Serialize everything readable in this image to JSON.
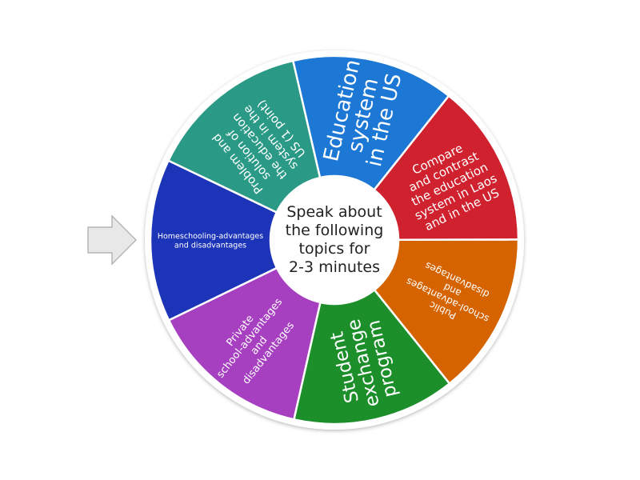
{
  "wheel": {
    "center_label": [
      "Speak about",
      "the following",
      "topics for",
      "2-3 minutes"
    ],
    "segments": [
      {
        "id": "education-system-us",
        "lines": [
          "Education",
          "system",
          "in the US"
        ],
        "color": "#1a78d4"
      },
      {
        "id": "compare-laos-us",
        "lines": [
          "Compare",
          "and contrast",
          "the education",
          "system in Laos",
          "and in the US"
        ],
        "color": "#d0202e"
      },
      {
        "id": "public-school",
        "lines": [
          "Public",
          "school-advantages",
          "and",
          "disadvantages"
        ],
        "color": "#d46300"
      },
      {
        "id": "student-exchange",
        "lines": [
          "Student",
          "exchange",
          "program"
        ],
        "color": "#1c8f2c"
      },
      {
        "id": "private-school",
        "lines": [
          "Private",
          "school-advantages",
          "and",
          "disadvantages"
        ],
        "color": "#a63fc1"
      },
      {
        "id": "homeschooling",
        "lines": [
          "Homeschooling-advantages",
          "and disadvantages"
        ],
        "color": "#1f34b8"
      },
      {
        "id": "problem-solution",
        "lines": [
          "Problem and",
          "solution of",
          "the education",
          "system in the",
          "US (1 point)"
        ],
        "color": "#2a9a86"
      }
    ]
  },
  "pointer": {
    "icon": "arrow-right-icon"
  }
}
